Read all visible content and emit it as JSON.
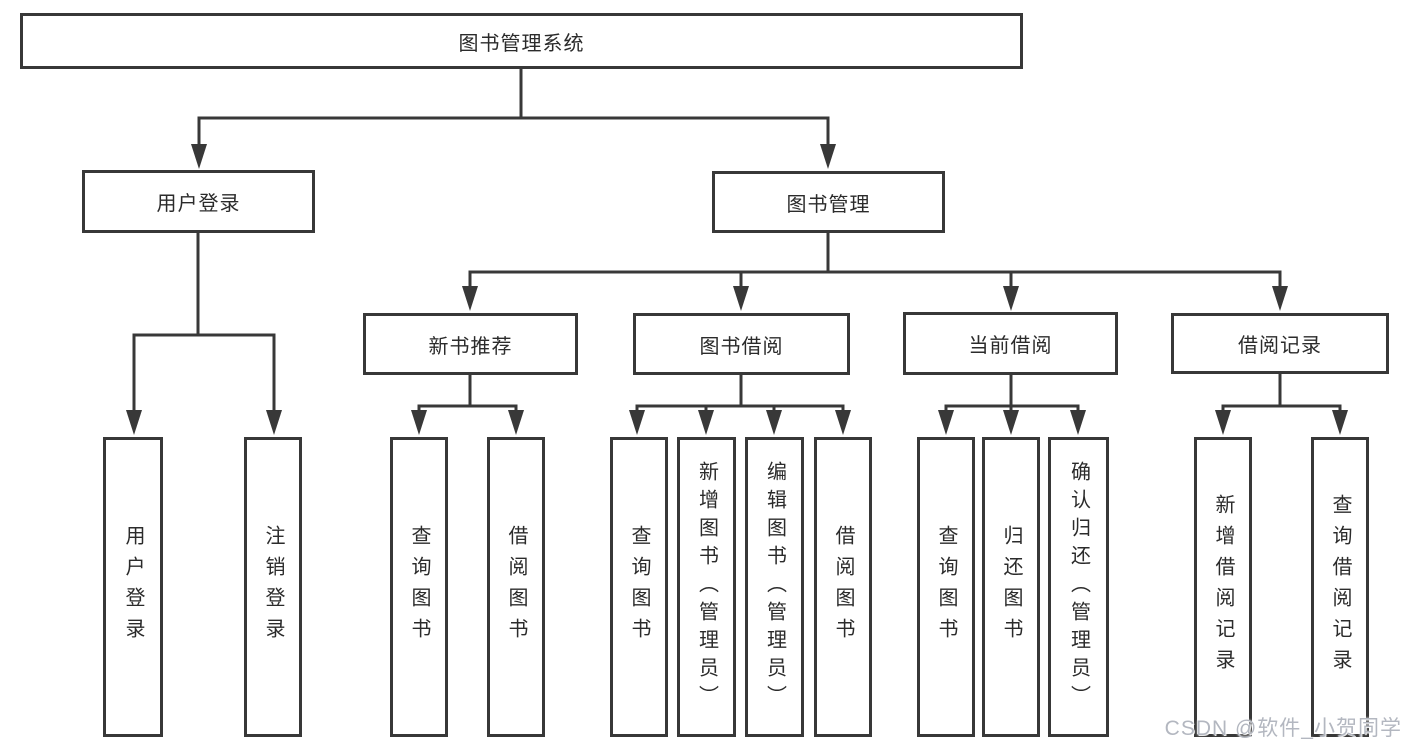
{
  "diagram": {
    "type": "hierarchy-diagram",
    "nodes": {
      "root": "图书管理系统",
      "l2": [
        "用户登录",
        "图书管理"
      ],
      "l3": [
        "新书推荐",
        "图书借阅",
        "当前借阅",
        "借阅记录"
      ],
      "leaves": [
        "用户登录",
        "注销登录",
        "查询图书",
        "借阅图书",
        "查询图书",
        "新增图书（管理员）",
        "编辑图书（管理员）",
        "借阅图书",
        "查询图书",
        "归还图书",
        "确认归还（管理员）",
        "新增借阅记录",
        "查询借阅记录"
      ]
    },
    "hierarchy": {
      "图书管理系统": {
        "用户登录": [
          "用户登录",
          "注销登录"
        ],
        "图书管理": {
          "新书推荐": [
            "查询图书",
            "借阅图书"
          ],
          "图书借阅": [
            "查询图书",
            "新增图书（管理员）",
            "编辑图书（管理员）",
            "借阅图书"
          ],
          "当前借阅": [
            "查询图书",
            "归还图书",
            "确认归还（管理员）"
          ],
          "借阅记录": [
            "新增借阅记录",
            "查询借阅记录"
          ]
        }
      }
    },
    "colors": {
      "line": "#383838",
      "box_border": "#383838",
      "box_fill": "#ffffff",
      "text": "#2b2b2b",
      "background": "#ffffff",
      "watermark": "#b3b7c0"
    },
    "watermark": "CSDN @软件_小贺同学"
  }
}
